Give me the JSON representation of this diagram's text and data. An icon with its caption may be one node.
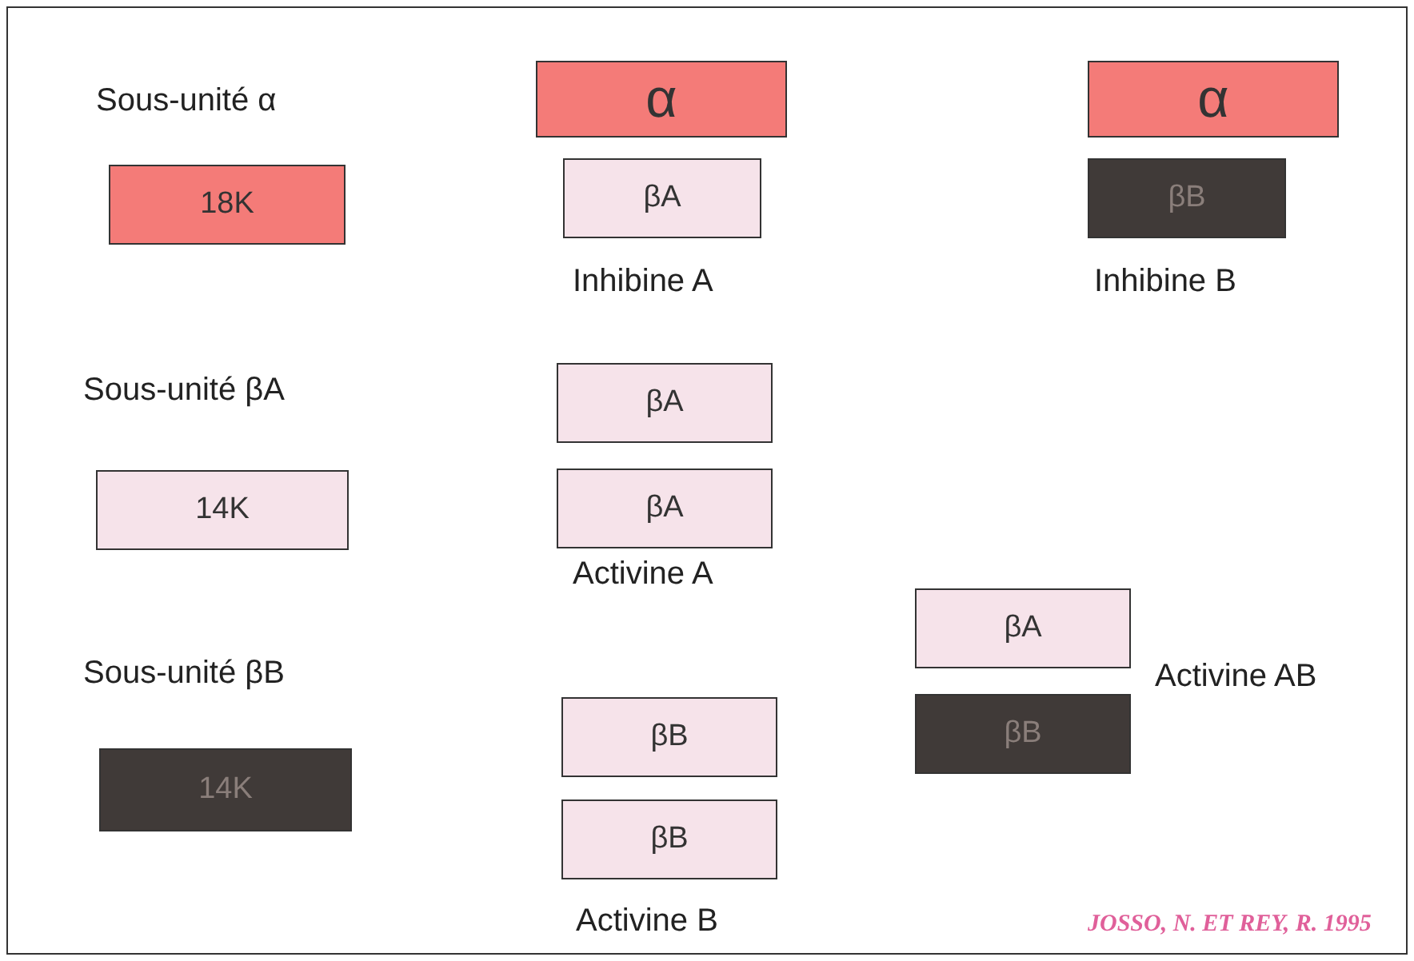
{
  "diagram": {
    "caption": "JOSSO, N. ET REY, R.  1995",
    "nodes": [
      {
        "text": [
          "α"
        ]
      },
      {
        "text": [
          "α"
        ]
      },
      {
        "text": [
          "18K"
        ]
      },
      {
        "text": [
          "βA"
        ]
      },
      {
        "text": [
          "βB"
        ]
      },
      {
        "text": [
          "βA"
        ]
      },
      {
        "text": [
          "14K"
        ]
      },
      {
        "text": [
          "βA"
        ]
      },
      {
        "text": [
          "βA"
        ]
      },
      {
        "text": [
          "βB"
        ]
      },
      {
        "text": [
          "14K"
        ]
      },
      {
        "text": [
          "βB"
        ]
      },
      {
        "text": [
          "βB"
        ]
      }
    ],
    "labels": [
      "Sous-unité α",
      "Inhibine A",
      "Inhibine B",
      "Sous-unité βA",
      "Activine A",
      "Sous-unité βB",
      "Activine AB",
      "Activine B"
    ]
  }
}
